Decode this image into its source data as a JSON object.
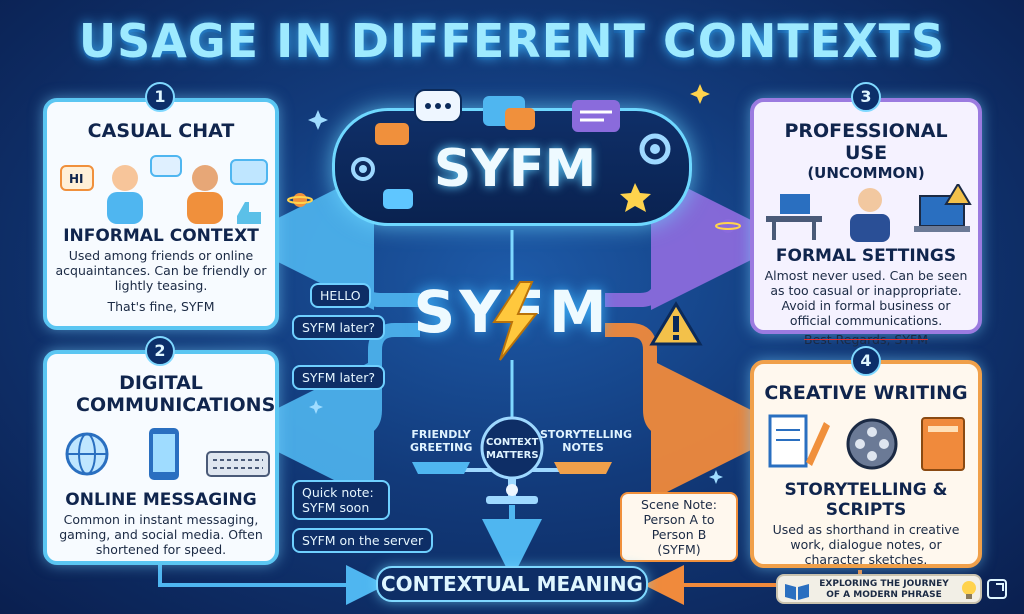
{
  "title": "USAGE IN DIFFERENT CONTEXTS",
  "hub_label": "SYFM",
  "center_label": "SYFM",
  "panels": [
    {
      "number": "1",
      "title": "CASUAL CHAT",
      "subtitle": "INFORMAL CONTEXT",
      "description": "Used among friends or online acquaintances. Can be friendly or lightly teasing.",
      "example": "That's fine, SYFM",
      "bubble": "HI"
    },
    {
      "number": "2",
      "title": "DIGITAL COMMUNICATIONS",
      "subtitle": "ONLINE MESSAGING",
      "description": "Common in instant messaging, gaming, and social media. Often shortened for speed."
    },
    {
      "number": "3",
      "title": "PROFESSIONAL USE",
      "title_note": "(UNCOMMON)",
      "subtitle": "FORMAL SETTINGS",
      "description": "Almost never used. Can be seen as too casual or inappropriate. Avoid in formal business or official communications.",
      "example": "Best Regards, SYFM"
    },
    {
      "number": "4",
      "title": "CREATIVE WRITING",
      "subtitle": "STORYTELLING & SCRIPTS",
      "description": "Used as shorthand in creative work, dialogue notes, or character sketches."
    }
  ],
  "chat_bubbles": [
    "HELLO",
    "SYFM later?",
    "SYFM later?"
  ],
  "digital_notes": [
    "Quick note: SYFM soon",
    "SYFM on the server"
  ],
  "scene_note": "Scene Note: Person A to Person B (SYFM)",
  "scale": {
    "left": "FRIENDLY GREETING",
    "center": "CONTEXT MATTERS",
    "right": "STORYTELLING NOTES"
  },
  "bottom_label": "CONTEXTUAL MEANING",
  "footer_badge": "EXPLORING THE JOURNEY OF A MODERN PHRASE",
  "colors": {
    "panel1": "#5bc6f2",
    "panel2": "#5bc6f2",
    "panel3": "#9b7be0",
    "panel4": "#f0a04a",
    "arrow_left": "#4fb6f0",
    "arrow_right_top": "#8a6bdc",
    "arrow_right_bottom": "#f08a3c"
  }
}
